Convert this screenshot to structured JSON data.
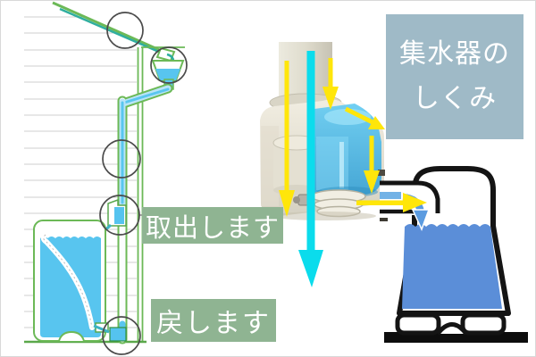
{
  "title_box": {
    "line1": "集水器の",
    "line2": "しくみ",
    "bg_color": "#9fbac7",
    "text_color": "#ffffff"
  },
  "labels": {
    "take_out": {
      "text": "取出します",
      "bg_color": "#8fb492",
      "text_color": "#ffffff"
    },
    "return": {
      "text": "戻します",
      "bg_color": "#8fb492",
      "text_color": "#ffffff"
    }
  },
  "colors": {
    "line_green": "#6cb957",
    "water_teal": "#2fae9f",
    "water_blue": "#58c5ef",
    "pipe_water_light": "#b9e4f7",
    "barrel_water_blue": "#5b8ed8",
    "arrow_yellow": "#ffe60a",
    "arrow_cyan": "#0bdcec",
    "highlight_circle_gray": "#4b4b4b",
    "siding_gray": "#cfcfcf",
    "illustration_outline": "#111111"
  },
  "parts": [
    "roof-gutter",
    "collector-funnel",
    "downspout-pipe",
    "takeout-device",
    "rain-barrel-tank",
    "return-device",
    "collector-photo",
    "storage-barrel-illustration",
    "flow-arrows"
  ]
}
